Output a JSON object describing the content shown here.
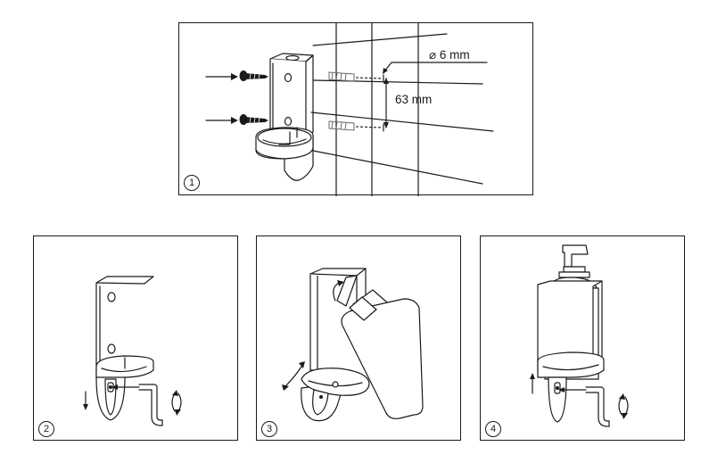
{
  "steps": [
    {
      "number": "1"
    },
    {
      "number": "2"
    },
    {
      "number": "3"
    },
    {
      "number": "4"
    }
  ],
  "dimensions": {
    "hole_diameter": "⌀ 6 mm",
    "hole_spacing": "63 mm"
  }
}
